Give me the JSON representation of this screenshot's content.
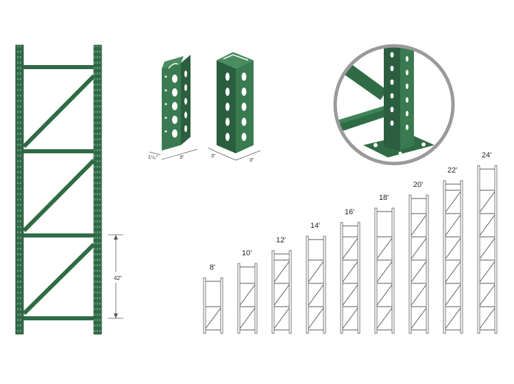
{
  "colors": {
    "frame_green": "#2f6b45",
    "frame_green_dark": "#1f4d31",
    "frame_green_light": "#3f8458",
    "outline": "#444444",
    "circle_border": "#9a9a9a"
  },
  "dimension_label": "42\"",
  "column_dims": {
    "small": {
      "depth": "1⁵/₈\"",
      "width": "3\""
    },
    "large": {
      "depth": "3\"",
      "width": "3\""
    }
  },
  "heights": [
    "8'",
    "10'",
    "12'",
    "14'",
    "16'",
    "18'",
    "20'",
    "22'",
    "24'"
  ]
}
